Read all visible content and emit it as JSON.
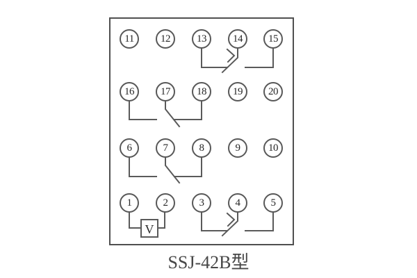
{
  "colors": {
    "line": "#5a5a5a",
    "border": "#4f4f4f",
    "terminal_text": "#262626",
    "caption_text": "#474747",
    "background": "#ffffff"
  },
  "diagram": {
    "caption": "SSJ-42B型",
    "coil_label": "V",
    "rows": [
      {
        "terminals": [
          "11",
          "12",
          "13",
          "14",
          "15"
        ]
      },
      {
        "terminals": [
          "16",
          "17",
          "18",
          "19",
          "20"
        ]
      },
      {
        "terminals": [
          "6",
          "7",
          "8",
          "9",
          "10"
        ]
      },
      {
        "terminals": [
          "1",
          "2",
          "3",
          "4",
          "5"
        ]
      }
    ],
    "connections": [
      {
        "name": "delayed-no-contact",
        "terminals": [
          "13",
          "14",
          "15"
        ]
      },
      {
        "name": "switch-contact",
        "terminals": [
          "16",
          "17",
          "18"
        ]
      },
      {
        "name": "switch-contact",
        "terminals": [
          "6",
          "7",
          "8"
        ]
      },
      {
        "name": "voltage-element",
        "terminals": [
          "1",
          "2"
        ]
      },
      {
        "name": "delayed-no-contact",
        "terminals": [
          "3",
          "4",
          "5"
        ]
      }
    ]
  }
}
